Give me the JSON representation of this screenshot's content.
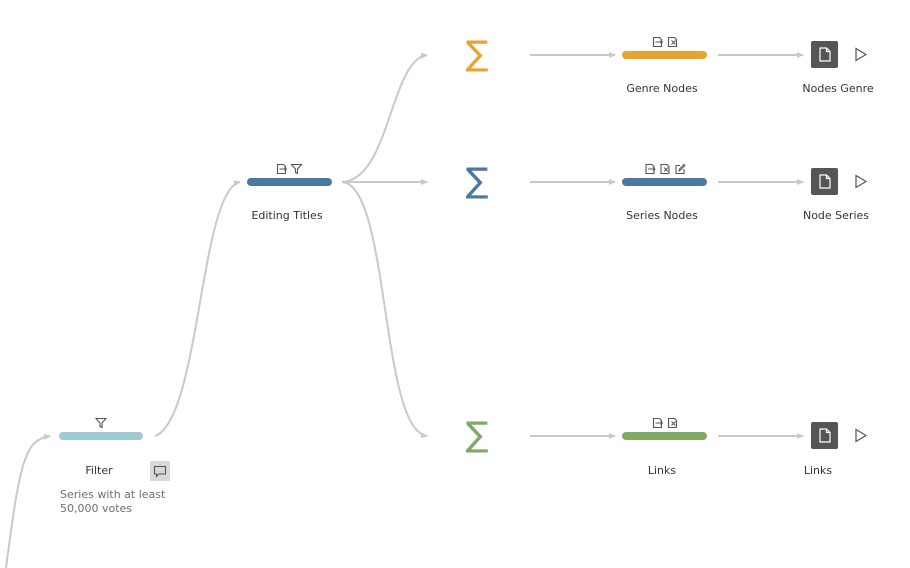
{
  "colors": {
    "link": "#c9c9c9",
    "filter": "#9fc9d3",
    "editing": "#4b77a2",
    "genre": "#e8a331",
    "series": "#4b77a2",
    "links": "#7faa64",
    "output_bg": "#555555"
  },
  "steps": {
    "filter": {
      "label": "Filter",
      "annotation_line1": "Series with at least",
      "annotation_line2": "50,000 votes",
      "icons": [
        "filter-icon"
      ]
    },
    "editing_titles": {
      "label": "Editing Titles",
      "icons": [
        "rename-icon",
        "filter-icon"
      ]
    },
    "genre_nodes": {
      "label": "Genre Nodes",
      "icons": [
        "rename-icon",
        "remove-icon"
      ]
    },
    "series_nodes": {
      "label": "Series Nodes",
      "icons": [
        "rename-icon",
        "remove-icon",
        "edit-icon"
      ]
    },
    "links": {
      "label": "Links",
      "icons": [
        "rename-icon",
        "remove-icon"
      ]
    }
  },
  "aggregates": {
    "genre": {
      "symbol": "∑",
      "icon": "sigma-icon"
    },
    "series": {
      "symbol": "∑",
      "icon": "sigma-icon"
    },
    "links": {
      "symbol": "∑",
      "icon": "sigma-icon"
    }
  },
  "outputs": {
    "genre": {
      "label": "Nodes Genre",
      "icon": "document-icon"
    },
    "series": {
      "label": "Node Series",
      "icon": "document-icon"
    },
    "links": {
      "label": "Links",
      "icon": "document-icon"
    }
  }
}
